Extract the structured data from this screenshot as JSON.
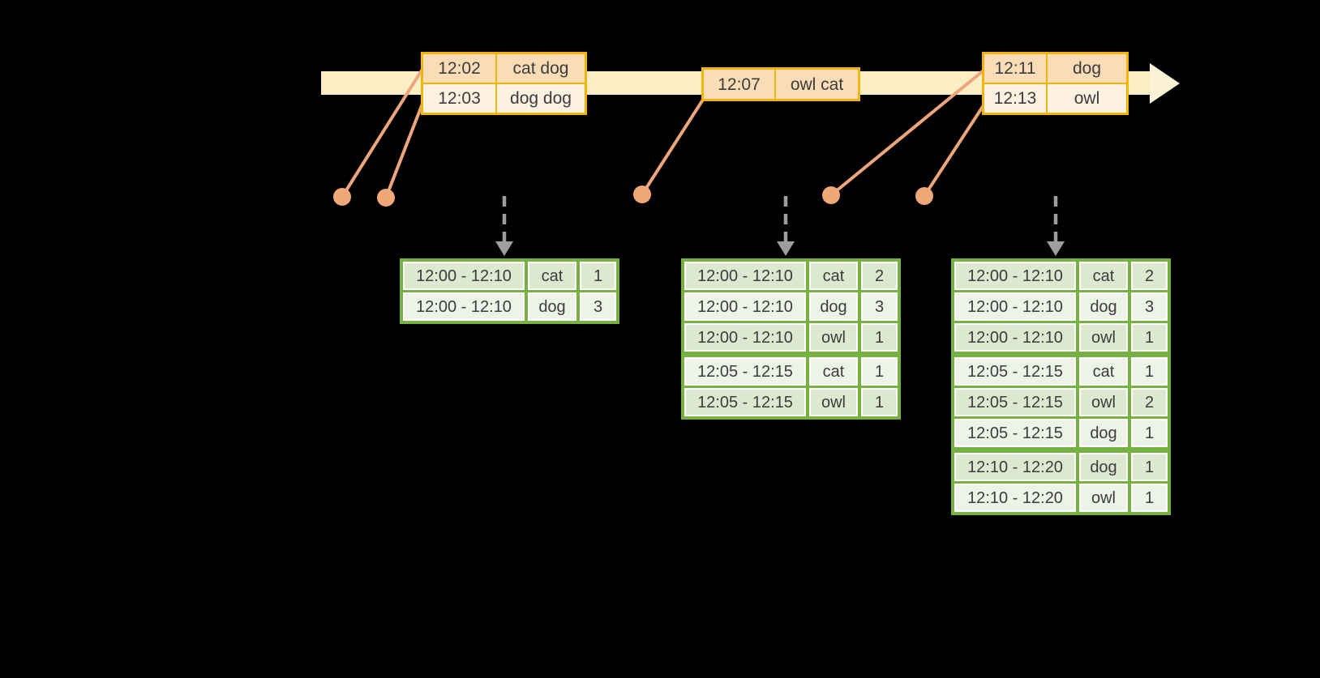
{
  "colors": {
    "background": "#000000",
    "timeline_band": "#fbeec4",
    "timeline_arrowhead": "#fbf2d6",
    "event_table_border": "#f1b50a",
    "event_row_dark": "#fadcb6",
    "event_row_light": "#fdf2e2",
    "connector_salmon": "#eda57e",
    "event_dot": "#f1a879",
    "trigger_arrow_gray": "#9e9e9e",
    "result_table_border": "#77b043",
    "result_row_dark": "#dde8d0",
    "result_row_light": "#eef3e8",
    "text": "#3c3c3c"
  },
  "event_tables": [
    {
      "rows": [
        {
          "time": "12:02",
          "words": "cat dog"
        },
        {
          "time": "12:03",
          "words": "dog dog"
        }
      ]
    },
    {
      "rows": [
        {
          "time": "12:07",
          "words": "owl cat"
        }
      ]
    },
    {
      "rows": [
        {
          "time": "12:11",
          "words": "dog"
        },
        {
          "time": "12:13",
          "words": "owl"
        }
      ]
    }
  ],
  "result_tables": [
    {
      "rows": [
        {
          "window": "12:00 - 12:10",
          "word": "cat",
          "count": "1"
        },
        {
          "window": "12:00 - 12:10",
          "word": "dog",
          "count": "3"
        }
      ]
    },
    {
      "rows": [
        {
          "window": "12:00 - 12:10",
          "word": "cat",
          "count": "2"
        },
        {
          "window": "12:00 - 12:10",
          "word": "dog",
          "count": "3"
        },
        {
          "window": "12:00 - 12:10",
          "word": "owl",
          "count": "1"
        },
        {
          "window": "12:05 - 12:15",
          "word": "cat",
          "count": "1"
        },
        {
          "window": "12:05 - 12:15",
          "word": "owl",
          "count": "1"
        }
      ]
    },
    {
      "rows": [
        {
          "window": "12:00 - 12:10",
          "word": "cat",
          "count": "2"
        },
        {
          "window": "12:00 - 12:10",
          "word": "dog",
          "count": "3"
        },
        {
          "window": "12:00 - 12:10",
          "word": "owl",
          "count": "1"
        },
        {
          "window": "12:05 - 12:15",
          "word": "cat",
          "count": "1"
        },
        {
          "window": "12:05 - 12:15",
          "word": "owl",
          "count": "2"
        },
        {
          "window": "12:05 - 12:15",
          "word": "dog",
          "count": "1"
        },
        {
          "window": "12:10 - 12:20",
          "word": "dog",
          "count": "1"
        },
        {
          "window": "12:10 - 12:20",
          "word": "owl",
          "count": "1"
        }
      ]
    }
  ]
}
